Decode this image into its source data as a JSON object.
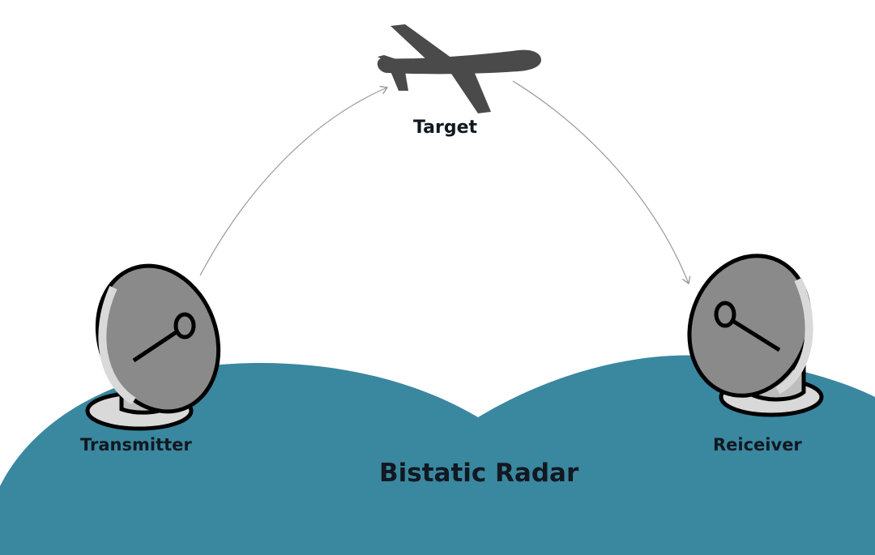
{
  "diagram": {
    "title": "Bistatic Radar",
    "nodes": {
      "target": {
        "label": "Target",
        "icon": "airplane-icon"
      },
      "transmitter": {
        "label": "Transmitter",
        "icon": "satellite-dish-icon"
      },
      "receiver": {
        "label": "Reiceiver",
        "icon": "satellite-dish-icon"
      }
    },
    "edges": [
      {
        "from": "transmitter",
        "to": "target"
      },
      {
        "from": "target",
        "to": "receiver"
      }
    ],
    "colors": {
      "ground": "#3A87A0",
      "dish": "#8A8A8A",
      "dish_light": "#D9D9D9",
      "outline": "#000000",
      "airplane": "#4A4A4A",
      "arrow": "#999999",
      "text": "#111820"
    }
  }
}
